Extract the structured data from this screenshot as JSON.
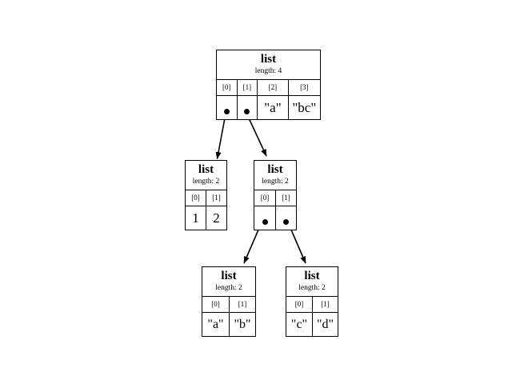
{
  "diagram": {
    "title": "nested-list-structure",
    "background_color": "#ffffff",
    "line_color": "#000000"
  },
  "nodes": [
    {
      "id": "root",
      "title": "list",
      "length_label": "length: 4",
      "indices": [
        "[0]",
        "[1]",
        "[2]",
        "[3]"
      ],
      "values": [
        "",
        "",
        "\"a\"",
        "\"bc\""
      ],
      "pointer_cells": [
        0,
        1
      ]
    },
    {
      "id": "child_a",
      "title": "list",
      "length_label": "length: 2",
      "indices": [
        "[0]",
        "[1]"
      ],
      "values": [
        "1",
        "2"
      ],
      "pointer_cells": []
    },
    {
      "id": "child_b",
      "title": "list",
      "length_label": "length: 2",
      "indices": [
        "[0]",
        "[1]"
      ],
      "values": [
        "",
        ""
      ],
      "pointer_cells": [
        0,
        1
      ]
    },
    {
      "id": "leaf_ab",
      "title": "list",
      "length_label": "length: 2",
      "indices": [
        "[0]",
        "[1]"
      ],
      "values": [
        "\"a\"",
        "\"b\""
      ],
      "pointer_cells": []
    },
    {
      "id": "leaf_cd",
      "title": "list",
      "length_label": "length: 2",
      "indices": [
        "[0]",
        "[1]"
      ],
      "values": [
        "\"c\"",
        "\"d\""
      ],
      "pointer_cells": []
    }
  ],
  "edges": [
    {
      "from": "root[0]",
      "to": "child_a"
    },
    {
      "from": "root[1]",
      "to": "child_b"
    },
    {
      "from": "child_b[0]",
      "to": "leaf_ab"
    },
    {
      "from": "child_b[1]",
      "to": "leaf_cd"
    }
  ]
}
